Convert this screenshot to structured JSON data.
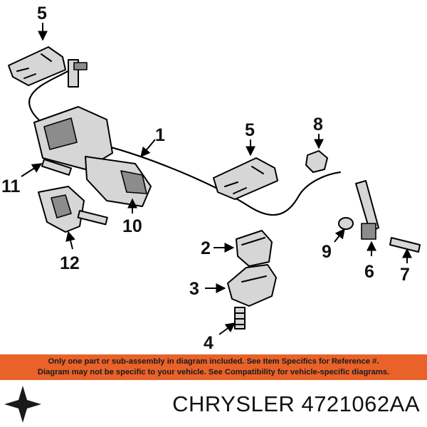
{
  "callouts": [
    "1",
    "2",
    "3",
    "4",
    "5",
    "5",
    "6",
    "7",
    "8",
    "9",
    "10",
    "11",
    "12"
  ],
  "notice": {
    "line1": "Only one part or sub-assembly in diagram included. See Item Specifics for Reference #.",
    "line2": "Diagram may not be specific to your vehicle. See Compatibility for vehicle-specific diagrams."
  },
  "footer": {
    "brand": "CHRYSLER",
    "part_number": "4721062AA",
    "logo_icon": "chrysler-pentastar-icon"
  },
  "colors": {
    "notice_bar": "#e8622a",
    "text": "#111111"
  }
}
